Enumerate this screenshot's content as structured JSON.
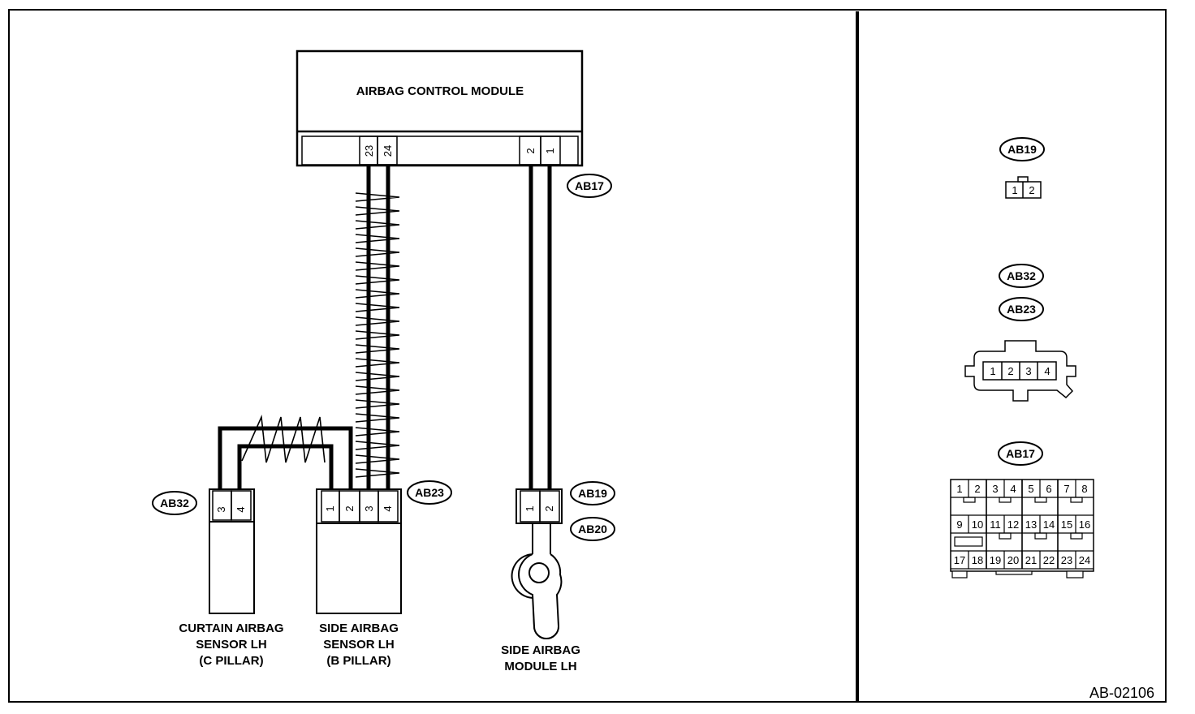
{
  "module": {
    "title": "AIRBAG CONTROL MODULE",
    "pins_left": [
      "23",
      "24"
    ],
    "pins_right": [
      "2",
      "1"
    ],
    "connector_tag": "AB17"
  },
  "curtain_sensor": {
    "connector_tag": "AB32",
    "pins": [
      "3",
      "4"
    ],
    "label_lines": [
      "CURTAIN AIRBAG",
      "SENSOR LH",
      "(C PILLAR)"
    ]
  },
  "side_sensor": {
    "connector_tag": "AB23",
    "pins": [
      "1",
      "2",
      "3",
      "4"
    ],
    "label_lines": [
      "SIDE AIRBAG",
      "SENSOR LH",
      "(B PILLAR)"
    ]
  },
  "side_module": {
    "connector_tags": [
      "AB19",
      "AB20"
    ],
    "pins": [
      "1",
      "2"
    ],
    "label_lines": [
      "SIDE AIRBAG",
      "MODULE LH"
    ]
  },
  "connector_views": {
    "ab19": {
      "tag": "AB19",
      "pins": [
        "1",
        "2"
      ]
    },
    "ab32_ab23": {
      "tags": [
        "AB32",
        "AB23"
      ],
      "pins": [
        "1",
        "2",
        "3",
        "4"
      ]
    },
    "ab17": {
      "tag": "AB17",
      "row1": [
        "1",
        "2",
        "3",
        "4",
        "5",
        "6",
        "7",
        "8"
      ],
      "row2": [
        "9",
        "10",
        "11",
        "12",
        "13",
        "14",
        "15",
        "16"
      ],
      "row3": [
        "17",
        "18",
        "19",
        "20",
        "21",
        "22",
        "23",
        "24"
      ]
    }
  },
  "figure_code": "AB-02106"
}
